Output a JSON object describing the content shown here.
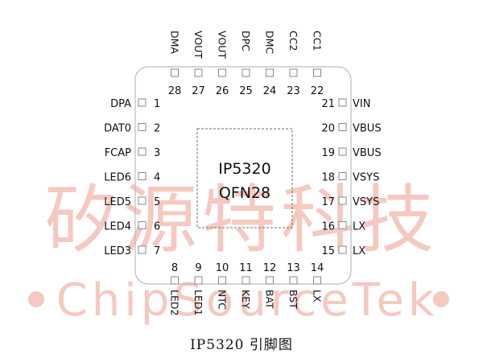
{
  "chip": {
    "name": "IP5320",
    "package": "QFN28",
    "pins_left": [
      {
        "num": "1",
        "label": "DPA"
      },
      {
        "num": "2",
        "label": "DAT0"
      },
      {
        "num": "3",
        "label": "FCAP"
      },
      {
        "num": "4",
        "label": "LED6"
      },
      {
        "num": "5",
        "label": "LED5"
      },
      {
        "num": "6",
        "label": "LED4"
      },
      {
        "num": "7",
        "label": "LED3"
      }
    ],
    "pins_bottom": [
      {
        "num": "8",
        "label": "LED2"
      },
      {
        "num": "9",
        "label": "LED1"
      },
      {
        "num": "10",
        "label": "NTC"
      },
      {
        "num": "11",
        "label": "KEY"
      },
      {
        "num": "12",
        "label": "BAT"
      },
      {
        "num": "13",
        "label": "BST"
      },
      {
        "num": "14",
        "label": "LX"
      }
    ],
    "pins_right": [
      {
        "num": "15",
        "label": "LX"
      },
      {
        "num": "16",
        "label": "LX"
      },
      {
        "num": "17",
        "label": "VSYS"
      },
      {
        "num": "18",
        "label": "VSYS"
      },
      {
        "num": "19",
        "label": "VBUS"
      },
      {
        "num": "20",
        "label": "VBUS"
      },
      {
        "num": "21",
        "label": "VIN"
      }
    ],
    "pins_top": [
      {
        "num": "22",
        "label": "CC1"
      },
      {
        "num": "23",
        "label": "CC2"
      },
      {
        "num": "24",
        "label": "DMC"
      },
      {
        "num": "25",
        "label": "DPC"
      },
      {
        "num": "26",
        "label": "VOUT"
      },
      {
        "num": "27",
        "label": "VOUT"
      },
      {
        "num": "28",
        "label": "DMA"
      }
    ]
  },
  "watermark": {
    "chinese": "矽源特科技",
    "latin": "ChipSourceTek",
    "color": "#f5c9c0"
  },
  "caption": "IP5320 引脚图"
}
